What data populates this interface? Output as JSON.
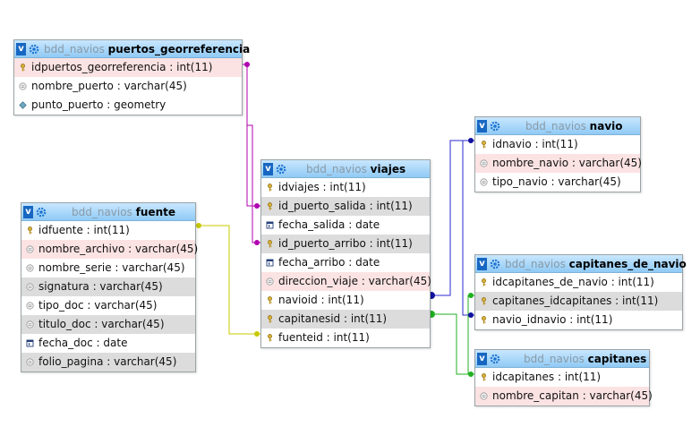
{
  "db_prefix": "bdd_navios",
  "colors": {
    "link_magenta": "#b000b0",
    "link_yellow": "#c8c800",
    "link_blue": "#0000c8",
    "link_green": "#00b000"
  },
  "tables": {
    "puertos_georreferencia": {
      "name": "puertos_georreferencia",
      "columns": [
        {
          "text": "idpuertos_georreferencia : int(11)",
          "icon": "key-icon"
        },
        {
          "text": "nombre_puerto : varchar(45)",
          "icon": "text-column-icon"
        },
        {
          "text": "punto_puerto : geometry",
          "icon": "geometry-icon"
        }
      ]
    },
    "viajes": {
      "name": "viajes",
      "columns": [
        {
          "text": "idviajes : int(11)",
          "icon": "key-icon"
        },
        {
          "text": "id_puerto_salida : int(11)",
          "icon": "key-icon"
        },
        {
          "text": "fecha_salida : date",
          "icon": "date-icon"
        },
        {
          "text": "id_puerto_arribo : int(11)",
          "icon": "key-icon"
        },
        {
          "text": "fecha_arribo : date",
          "icon": "date-icon"
        },
        {
          "text": "direccion_viaje : varchar(45)",
          "icon": "text-column-icon"
        },
        {
          "text": "navioid : int(11)",
          "icon": "key-icon"
        },
        {
          "text": "capitanesid : int(11)",
          "icon": "key-icon"
        },
        {
          "text": "fuenteid : int(11)",
          "icon": "key-icon"
        }
      ]
    },
    "fuente": {
      "name": "fuente",
      "columns": [
        {
          "text": "idfuente : int(11)",
          "icon": "key-icon"
        },
        {
          "text": "nombre_archivo : varchar(45)",
          "icon": "text-column-icon"
        },
        {
          "text": "nombre_serie : varchar(45)",
          "icon": "text-column-icon"
        },
        {
          "text": "signatura : varchar(45)",
          "icon": "text-column-icon"
        },
        {
          "text": "tipo_doc : varchar(45)",
          "icon": "text-column-icon"
        },
        {
          "text": "titulo_doc : varchar(45)",
          "icon": "text-column-icon"
        },
        {
          "text": "fecha_doc : date",
          "icon": "date-icon"
        },
        {
          "text": "folio_pagina : varchar(45)",
          "icon": "text-column-icon"
        }
      ]
    },
    "navio": {
      "name": "navio",
      "columns": [
        {
          "text": "idnavio : int(11)",
          "icon": "key-icon"
        },
        {
          "text": "nombre_navio : varchar(45)",
          "icon": "text-column-icon"
        },
        {
          "text": "tipo_navio : varchar(45)",
          "icon": "text-column-icon"
        }
      ]
    },
    "capitanes_de_navio": {
      "name": "capitanes_de_navio",
      "columns": [
        {
          "text": "idcapitanes_de_navio : int(11)",
          "icon": "key-icon"
        },
        {
          "text": "capitanes_idcapitanes : int(11)",
          "icon": "key-icon"
        },
        {
          "text": "navio_idnavio : int(11)",
          "icon": "key-icon"
        }
      ]
    },
    "capitanes": {
      "name": "capitanes",
      "columns": [
        {
          "text": "idcapitanes : int(11)",
          "icon": "key-icon"
        },
        {
          "text": "nombre_capitan : varchar(45)",
          "icon": "text-column-icon"
        }
      ]
    }
  }
}
